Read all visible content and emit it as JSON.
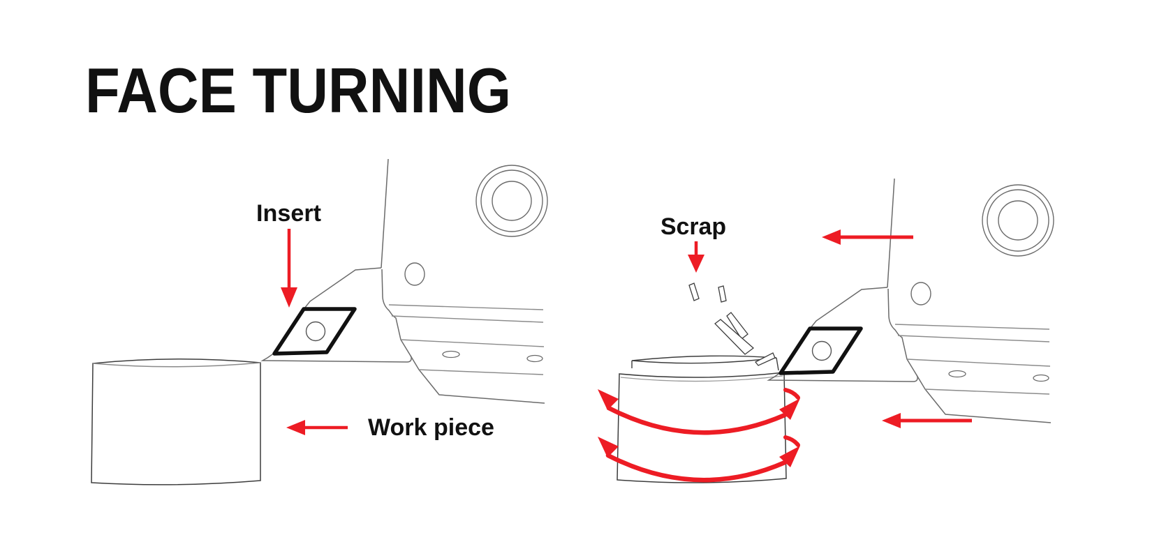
{
  "title": "FACE TURNING",
  "colors": {
    "accent_red": "#ED1C24",
    "ink": "#111111",
    "tool_line_gray": "#6a6a6a",
    "workpiece_line": "#3c3c3c",
    "background": "#ffffff"
  },
  "left_panel": {
    "description_icons": [
      "tool-holder",
      "insert",
      "workpiece-cylinder"
    ],
    "labels": {
      "insert": "Insert",
      "work_piece": "Work piece"
    }
  },
  "right_panel": {
    "description_icons": [
      "tool-holder",
      "insert",
      "workpiece-cylinder",
      "rotation-arrows",
      "scrap-chips",
      "feed-arrows"
    ],
    "labels": {
      "scrap": "Scrap"
    }
  }
}
